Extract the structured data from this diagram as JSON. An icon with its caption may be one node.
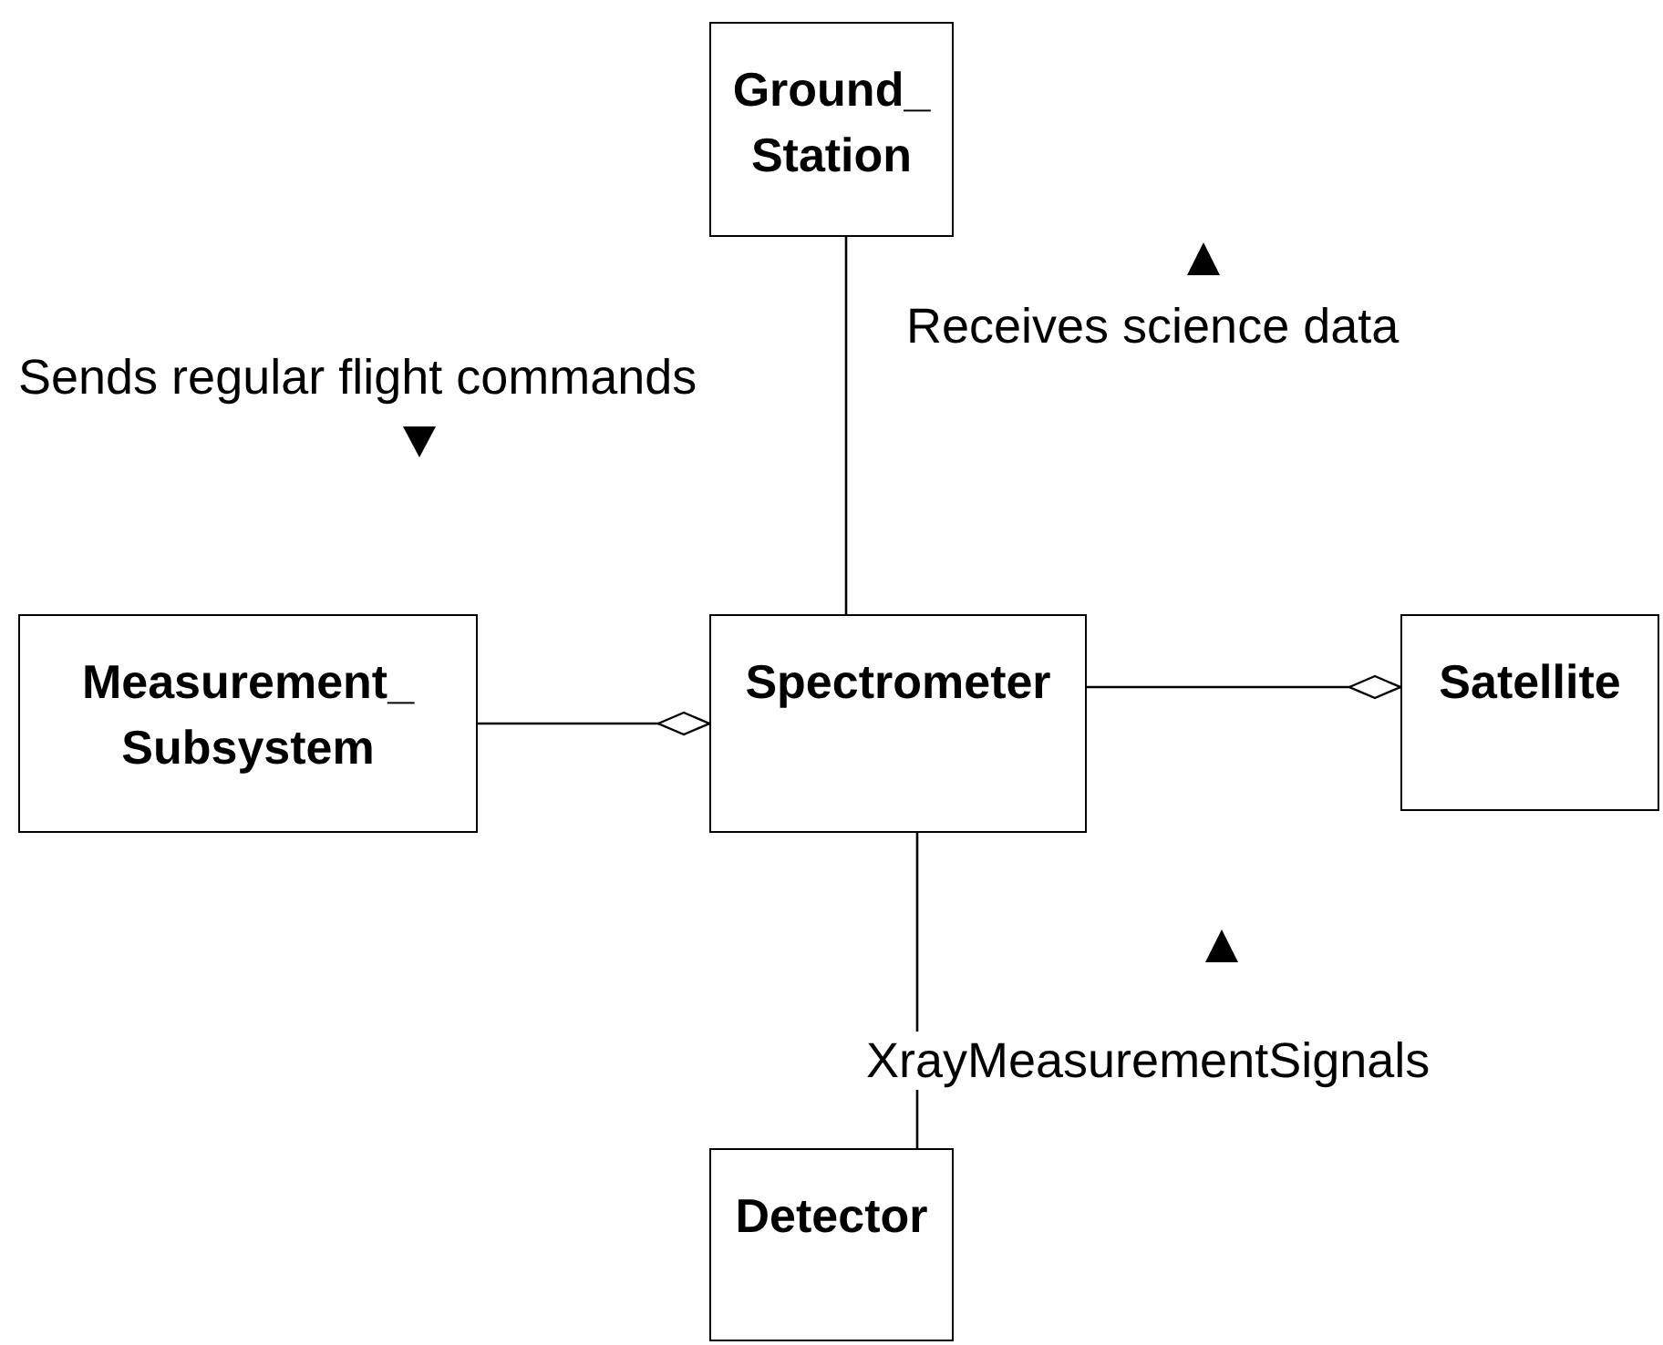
{
  "diagram": {
    "nodes": [
      {
        "text": [
          "Ground_ Station"
        ]
      },
      {
        "text": [
          "Measurement_ Subsystem"
        ]
      },
      {
        "text": [
          "Spectrometer"
        ]
      },
      {
        "text": [
          "Satellite"
        ]
      },
      {
        "text": [
          "Detector"
        ]
      }
    ],
    "edges": [
      {
        "from": 0,
        "to": 2,
        "arrow": "none"
      },
      {
        "from": 1,
        "to": 2,
        "arrow": "other"
      },
      {
        "from": 2,
        "to": 3,
        "arrow": "other"
      },
      {
        "from": 2,
        "to": 4,
        "arrow": "none",
        "label": "XrayMeasurementSignals"
      }
    ],
    "labels": [
      "Receives science data",
      "Sends regular flight commands"
    ]
  }
}
